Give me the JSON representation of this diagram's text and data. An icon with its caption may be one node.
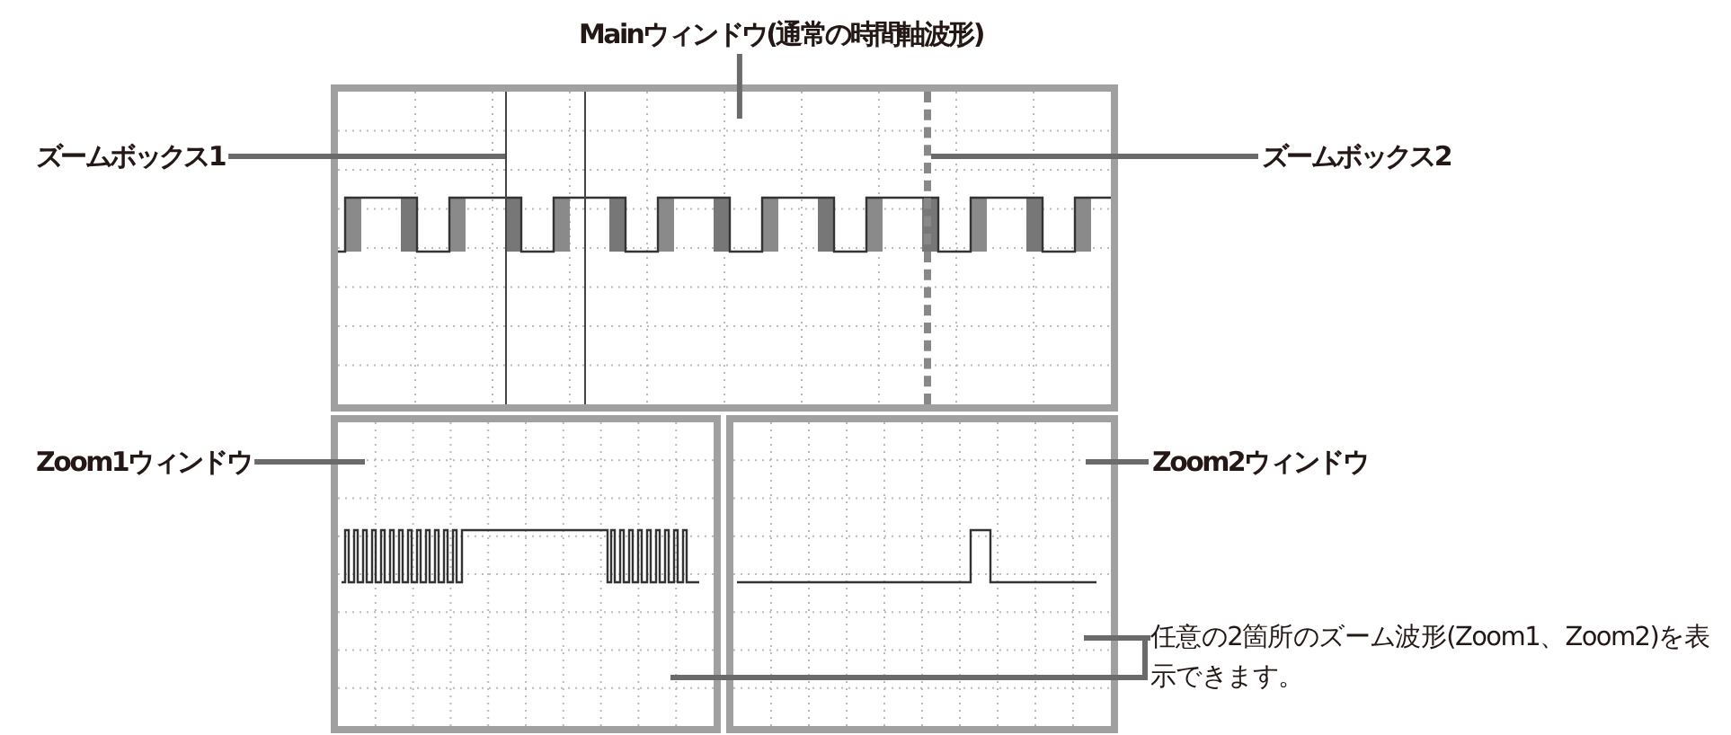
{
  "diagram": {
    "nodes": [
      {
        "text": [
          "Mainウィンドウ(通常の時間軸波形)"
        ]
      },
      {
        "text": [],
        "shape": "box"
      },
      {
        "text": [
          "ズームボックス1"
        ]
      },
      {
        "text": [],
        "shape": "box",
        "in": 1
      },
      {
        "text": [
          "ズームボックス2"
        ]
      },
      {
        "text": [],
        "shape": "box",
        "in": 1
      },
      {
        "text": [
          "Zoom1ウィンドウ"
        ]
      },
      {
        "text": [],
        "shape": "box"
      },
      {
        "text": [
          "Zoom2ウィンドウ"
        ]
      },
      {
        "text": [],
        "shape": "box"
      },
      {
        "text": [
          "任意の2箇所のズーム波形(Zoom1、Zoom2)を表示できます。"
        ]
      }
    ],
    "edges": [
      {
        "from": 0,
        "to": 1,
        "arrow": "none"
      },
      {
        "from": 2,
        "to": 3,
        "arrow": "none"
      },
      {
        "from": 4,
        "to": 5,
        "arrow": "none"
      },
      {
        "from": 6,
        "to": 7,
        "arrow": "none"
      },
      {
        "from": 8,
        "to": 9,
        "arrow": "none"
      },
      {
        "from": 10,
        "to": 9,
        "arrow": "none"
      },
      {
        "from": 10,
        "to": 7,
        "arrow": "none"
      }
    ]
  }
}
